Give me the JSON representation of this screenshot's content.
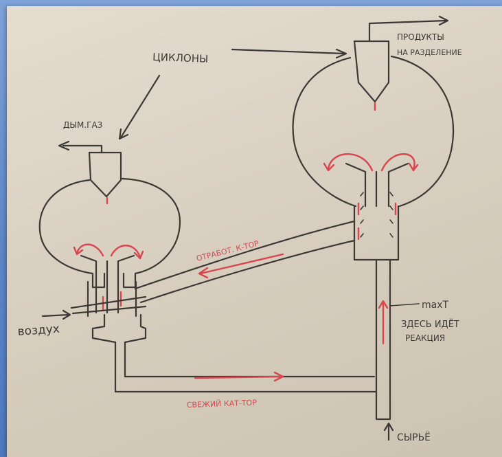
{
  "labels": {
    "cyclones": "ЦИКЛОНЫ",
    "flue_gas": "ДЫМ.ГАЗ",
    "products_line1": "ПРОДУКТЫ",
    "products_line2": "НА РАЗДЕЛЕНИЕ",
    "spent_catalyst": "ОТРАБОТ. К-ТОР",
    "air": "воздух",
    "max_t": "maxT",
    "reaction_line1": "ЗДЕСЬ ИДЁТ",
    "reaction_line2": "РЕАКЦИЯ",
    "fresh_catalyst": "СВЕЖИЙ КАТ-ТОР",
    "feedstock": "СЫРЬЁ"
  },
  "colors": {
    "paper": "#d9d0c1",
    "ink": "#3b3836",
    "red_ink": "#d9464f",
    "background": "#5d86c8"
  }
}
